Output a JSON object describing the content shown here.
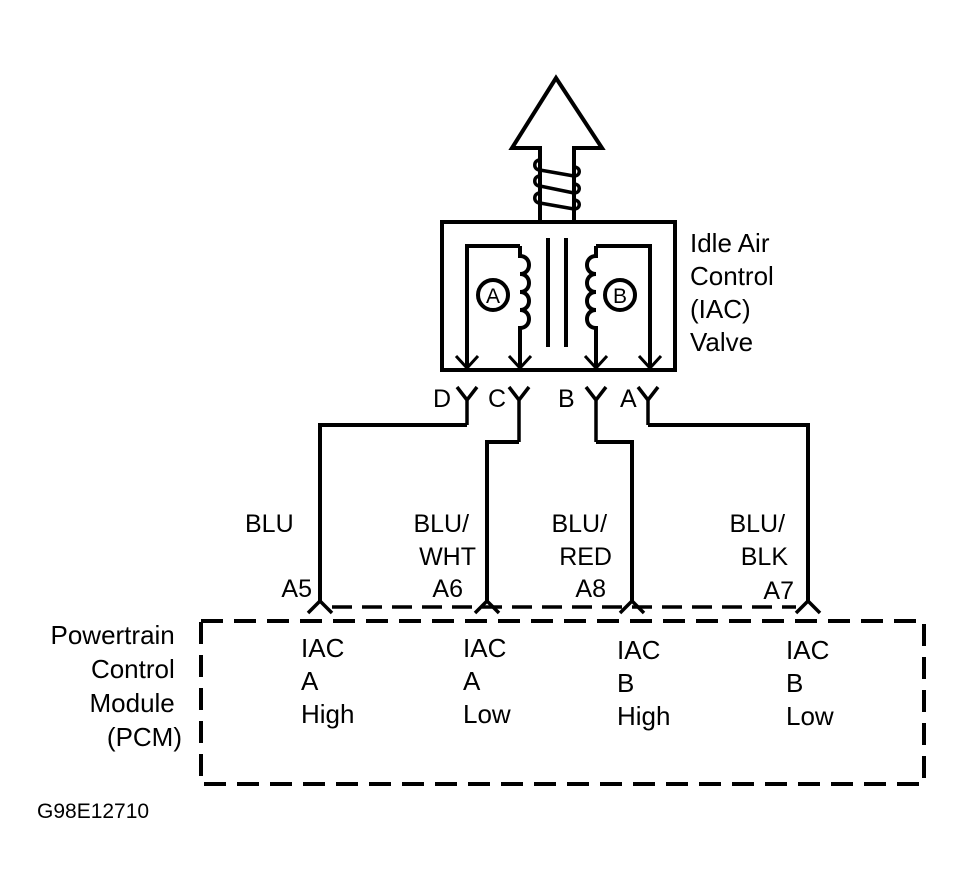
{
  "diagram": {
    "title": "IAC Valve Circuit",
    "figure_id": "G98E12710",
    "colors": {
      "ink": "#000000",
      "background": "#ffffff"
    },
    "valve": {
      "label_lines": [
        "Idle Air",
        "Control",
        "(IAC)",
        "Valve"
      ],
      "coil_a_label": "A",
      "coil_b_label": "B",
      "pins": [
        {
          "pin": "D"
        },
        {
          "pin": "C"
        },
        {
          "pin": "B"
        },
        {
          "pin": "A"
        }
      ]
    },
    "wires": [
      {
        "from_pin": "D",
        "color_lines": [
          "BLU"
        ],
        "pcm_terminal": "A5"
      },
      {
        "from_pin": "C",
        "color_lines": [
          "BLU/",
          "WHT"
        ],
        "pcm_terminal": "A6"
      },
      {
        "from_pin": "B",
        "color_lines": [
          "BLU/",
          "RED"
        ],
        "pcm_terminal": "A8"
      },
      {
        "from_pin": "A",
        "color_lines": [
          "BLU/",
          "BLK"
        ],
        "pcm_terminal": "A7"
      }
    ],
    "pcm": {
      "label_lines": [
        "Powertrain",
        "Control",
        "Module",
        "(PCM)"
      ],
      "circuits": [
        {
          "lines": [
            "IAC",
            "A",
            "High"
          ]
        },
        {
          "lines": [
            "IAC",
            "A",
            "Low"
          ]
        },
        {
          "lines": [
            "IAC",
            "B",
            "High"
          ]
        },
        {
          "lines": [
            "IAC",
            "B",
            "Low"
          ]
        }
      ]
    }
  }
}
